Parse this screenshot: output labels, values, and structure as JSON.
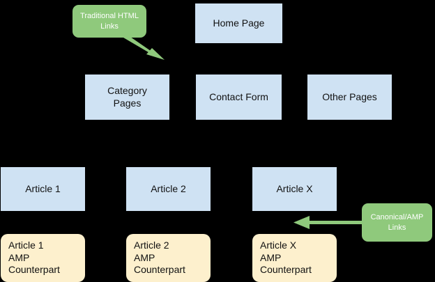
{
  "diagram": {
    "title": "AMP site structure diagram",
    "background_color": "#000000",
    "palette": {
      "page_box": "#cfe2f3",
      "amp_box": "#fdf0cd",
      "callout": "#8fc97c",
      "callout_text": "#ffffff",
      "box_text": "#111111",
      "arrow": "#8fc97c"
    },
    "nodes": [
      {
        "id": "home-page",
        "label": "Home Page",
        "type": "page"
      },
      {
        "id": "category-pages",
        "label": "Category\nPages",
        "type": "page"
      },
      {
        "id": "contact-form",
        "label": "Contact Form",
        "type": "page"
      },
      {
        "id": "other-pages",
        "label": "Other Pages",
        "type": "page"
      },
      {
        "id": "article-1",
        "label": "Article 1",
        "type": "page"
      },
      {
        "id": "article-2",
        "label": "Article 2",
        "type": "page"
      },
      {
        "id": "article-x",
        "label": "Article X",
        "type": "page"
      },
      {
        "id": "article-1-amp",
        "label": "Article 1\nAMP\nCounterpart",
        "type": "amp"
      },
      {
        "id": "article-2-amp",
        "label": "Article 2\nAMP\nCounterpart",
        "type": "amp"
      },
      {
        "id": "article-x-amp",
        "label": "Article X\nAMP\nCounterpart",
        "type": "amp"
      }
    ],
    "callouts": [
      {
        "id": "traditional-html-links",
        "label": "Traditional HTML\nLinks",
        "points_to": "category-pages"
      },
      {
        "id": "canonical-amp-links",
        "label": "Canonical/AMP\nLinks",
        "points_to": "article-x"
      }
    ]
  }
}
